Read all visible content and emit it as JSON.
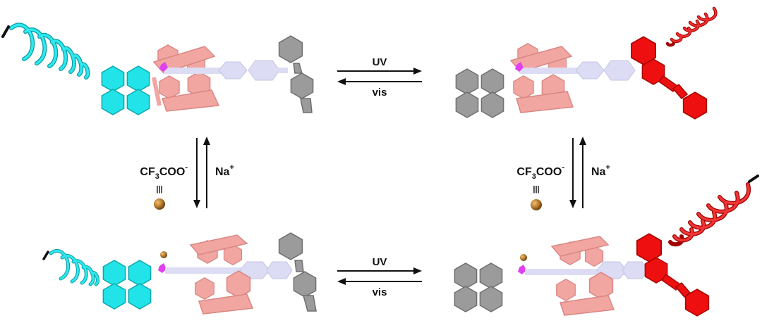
{
  "arrows": {
    "forward_label": "UV",
    "backward_label": "vis"
  },
  "side_arrows": {
    "anion_base": "CF",
    "anion_sub": "3",
    "anion_rest": "COO",
    "anion_sup": "-",
    "cation_base": "Na",
    "cation_sup": "+",
    "equiv_symbol": "|||"
  },
  "colors": {
    "cyan": "#22e4e8",
    "cyan_dark": "#0aa8ad",
    "pink": "#f2a6a2",
    "pink_dark": "#d98783",
    "lavender": "#dcdcf4",
    "gray": "#9b9b9b",
    "gray_dark": "#6f6f6f",
    "red": "#ee1010",
    "red_dark": "#a80000",
    "magenta": "#e040f0",
    "bronze": "#b5782a"
  }
}
